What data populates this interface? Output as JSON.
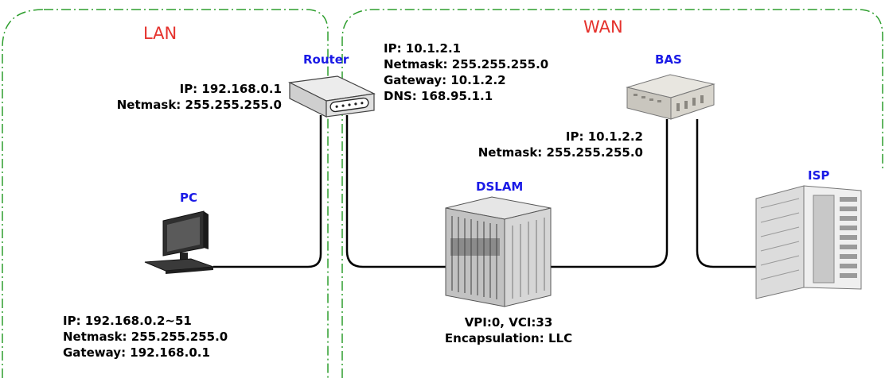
{
  "zones": {
    "lan": "LAN",
    "wan": "WAN"
  },
  "devices": {
    "router": "Router",
    "pc": "PC",
    "dslam": "DSLAM",
    "bas": "BAS",
    "isp": "ISP"
  },
  "router_lan": {
    "ip": "IP: 192.168.0.1",
    "netmask": "Netmask: 255.255.255.0"
  },
  "router_wan": {
    "ip": "IP: 10.1.2.1",
    "netmask": "Netmask: 255.255.255.0",
    "gateway": "Gateway: 10.1.2.2",
    "dns": "DNS: 168.95.1.1"
  },
  "bas_cfg": {
    "ip": "IP: 10.1.2.2",
    "netmask": "Netmask: 255.255.255.0"
  },
  "pc_cfg": {
    "ip": "IP: 192.168.0.2~51",
    "netmask": "Netmask: 255.255.255.0",
    "gateway": "Gateway: 192.168.0.1"
  },
  "dslam_cfg": {
    "vpi_vci": "VPI:0, VCI:33",
    "encap": "Encapsulation: LLC"
  },
  "colors": {
    "zone_border": "#2e9e2e",
    "zone_label": "#e5322d",
    "device_label": "#1a1ae6"
  }
}
